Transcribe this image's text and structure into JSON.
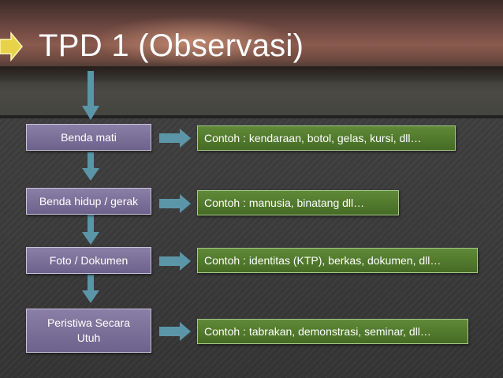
{
  "title": "TPD 1 (Observasi)",
  "colors": {
    "node": "#6c628c",
    "example": "#466b25",
    "arrow": "#5b96a8",
    "title_arrow": "#e7d24a"
  },
  "icons": {
    "title_marker": "right-arrow-icon",
    "connector": "block-arrow-icon"
  },
  "rows": [
    {
      "category": "Benda mati",
      "example": "Contoh : kendaraan, botol, gelas, kursi, dll…"
    },
    {
      "category": "Benda hidup / gerak",
      "example": "Contoh : manusia, binatang  dll…"
    },
    {
      "category": "Foto / Dokumen",
      "example": "Contoh : identitas (KTP), berkas, dokumen, dll…"
    },
    {
      "category": "Peristiwa Secara Utuh",
      "example": "Contoh : tabrakan, demonstrasi, seminar, dll…"
    }
  ]
}
